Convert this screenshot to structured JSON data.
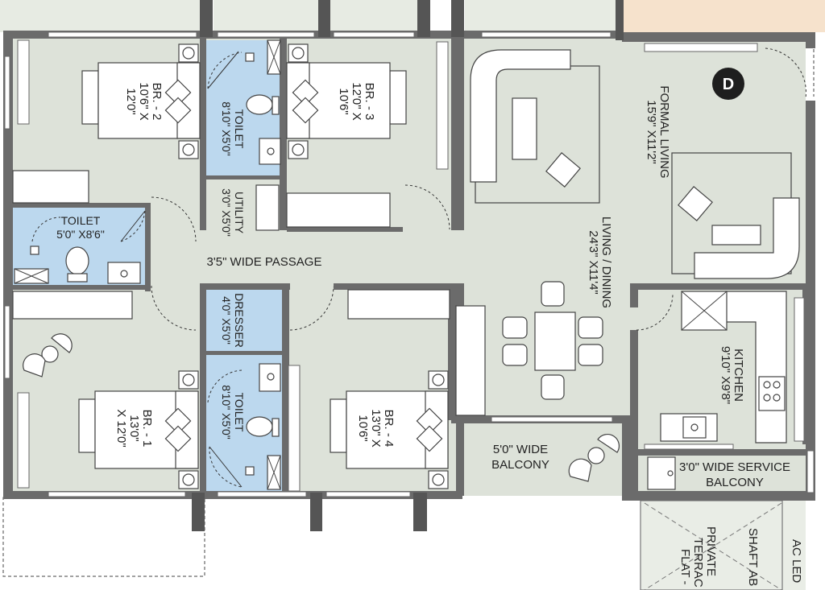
{
  "plan": {
    "unit_marker": "D",
    "rooms": {
      "br2": {
        "name": "BR. - 2",
        "size1": "10'6\" X",
        "size2": "12'0\""
      },
      "br3": {
        "name": "BR. - 3",
        "size1": "12'0\" X",
        "size2": "10'6\""
      },
      "toilet_top": {
        "name": "TOILET",
        "size": "8'10\" X5'0\""
      },
      "utility": {
        "name": "UTILITY",
        "size": "3'0\" X5'0\""
      },
      "toilet_left": {
        "name": "TOILET",
        "size": "5'0\" X8'6\""
      },
      "passage": {
        "name": "3'5\"  WIDE PASSAGE"
      },
      "dresser": {
        "name": "DRESSER",
        "size": "4'0\" X5'0\""
      },
      "toilet_bottom": {
        "name": "TOILET",
        "size": "8'10\" X5'0\""
      },
      "br1": {
        "name": "BR. - 1",
        "size1": "13'0\"",
        "size2": "X 12'0\""
      },
      "br4": {
        "name": "BR. - 4",
        "size1": "13'0\" X",
        "size2": "10'6\""
      },
      "formal_living": {
        "name": "FORMAL LIVING",
        "size": "15'9\" X11'2\""
      },
      "living_dining": {
        "name": "LIVING / DINING",
        "size": "24'3\" X11'4\""
      },
      "kitchen": {
        "name": "KITCHEN",
        "size": "9'10\" X9'8\""
      },
      "balcony": {
        "line1": "5'0\" WIDE",
        "line2": "BALCONY"
      },
      "service_balcony": {
        "line1": "3'0\" WIDE SERVICE",
        "line2": "BALCONY"
      },
      "private_terrace": {
        "line1": "PRIVATE",
        "line2": "TERRAC",
        "line3": "FLAT -"
      },
      "shaft": {
        "name": "SHAFT AB"
      },
      "ac_ledge": {
        "name": "AC LED"
      }
    }
  }
}
